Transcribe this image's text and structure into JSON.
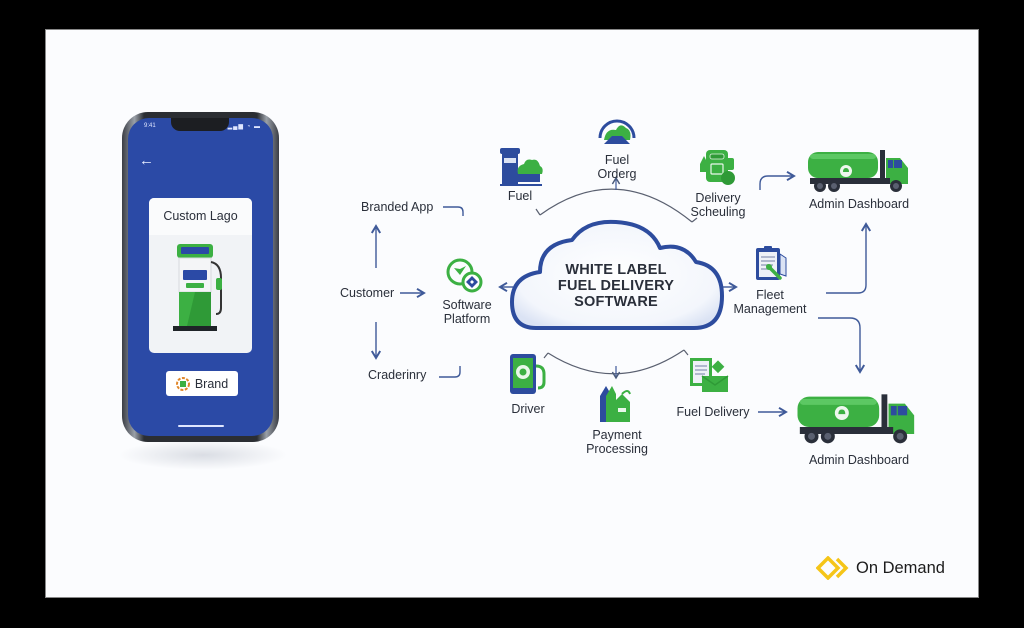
{
  "diagram": {
    "title_lines": [
      "WHITE LABEL",
      "FUEL DELIVERY",
      "SOFTWARE"
    ],
    "colors": {
      "frame": "#000000",
      "background": "#fbfcfe",
      "primary_blue": "#2b4aa6",
      "cloud_outline": "#2d4c9e",
      "accent_green": "#3cb043",
      "arrow_blue": "#3f5a99",
      "text": "#2a2f3a",
      "logo_yellow": "#f5c518"
    }
  },
  "phone": {
    "status_time": "9:41",
    "status_icons": "▂▄▆ ◔ ▬",
    "back_icon": "←",
    "logo_card_title": "Custom Lago",
    "brand_button_label": "Brand"
  },
  "left_flow": {
    "branded_app": "Branded App",
    "customer": "Customer",
    "cradeinry": "Craderinry",
    "software_platform_line1": "Software",
    "software_platform_line2": "Platform"
  },
  "nodes": {
    "fuel": "Fuel",
    "fuel_ordering_line1": "Fuel",
    "fuel_ordering_line2": "Orderg",
    "delivery_scheduling_line1": "Delivery",
    "delivery_scheduling_line2": "Scheuling",
    "fleet_management_line1": "Fleet",
    "fleet_management_line2": "Management",
    "driver": "Driver",
    "payment_processing_line1": "Payment",
    "payment_processing_line2": "Processing",
    "fuel_delivery": "Fuel Delivery",
    "admin_dashboard_top": "Admin Dashboard",
    "admin_dashboard_bottom": "Admin Dashboard"
  },
  "footer": {
    "brand_name": "On Demand"
  }
}
